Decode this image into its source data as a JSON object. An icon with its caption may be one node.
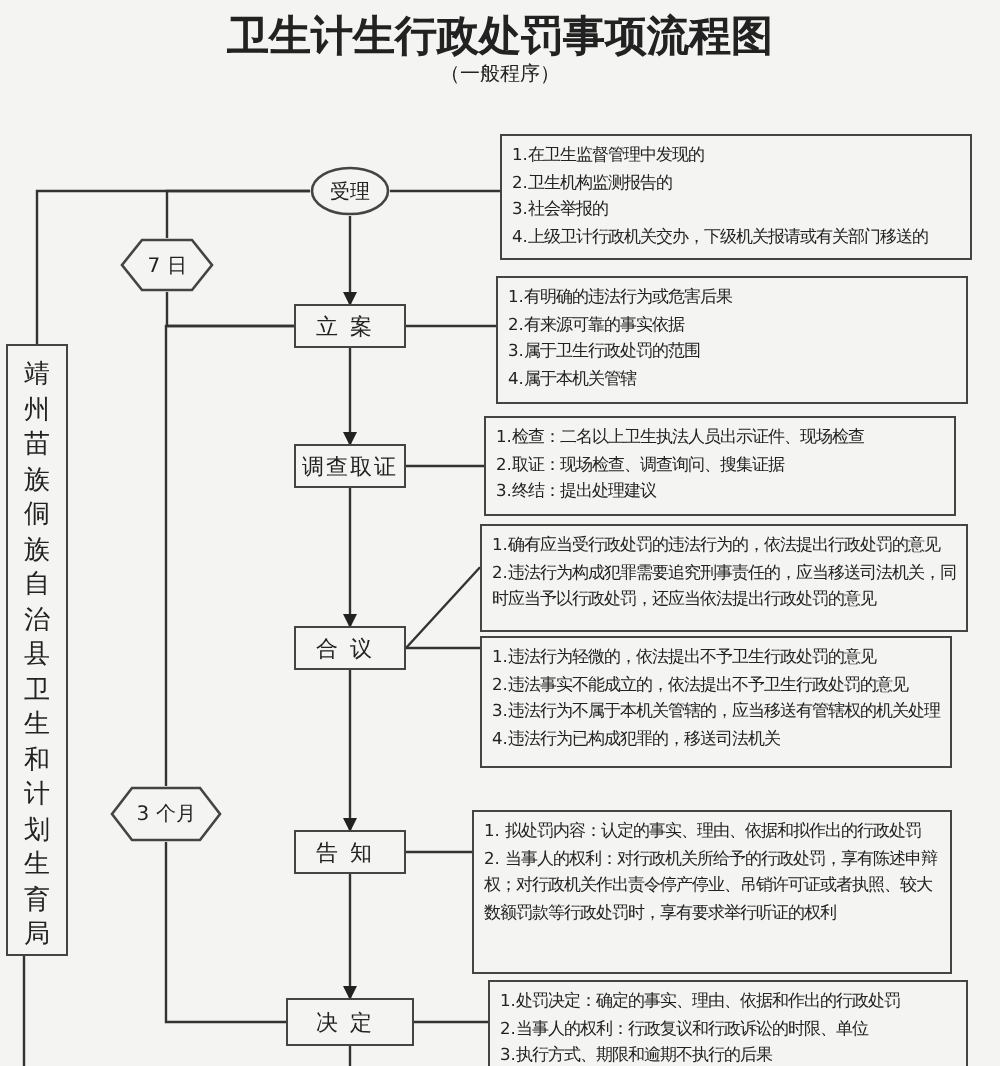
{
  "diagram": {
    "title": "卫生计生行政处罚事项流程图",
    "caption": "（一般程序）",
    "nodes": [
      {
        "text": [
          "受理"
        ]
      },
      {
        "text": [
          "1.在卫生监督管理中发现的",
          "2.卫生机构监测报告的",
          "3.社会举报的",
          "4.上级卫计行政机关交办，下级机关报请或有关部门移送的"
        ]
      },
      {
        "text": [
          "7 日"
        ]
      },
      {
        "text": [
          "立案"
        ]
      },
      {
        "text": [
          "1.有明确的违法行为或危害后果",
          "2.有来源可靠的事实依据",
          "3.属于卫生行政处罚的范围",
          "4.属于本机关管辖"
        ]
      },
      {
        "text": [
          "调查取证"
        ]
      },
      {
        "text": [
          "1.检查：二名以上卫生执法人员出示证件、现场检查",
          "2.取证：现场检查、调查询问、搜集证据",
          "3.终结：提出处理建议"
        ]
      },
      {
        "text": [
          "合议"
        ]
      },
      {
        "text": [
          "1.确有应当受行政处罚的违法行为的，依法提出行政处罚的意见",
          "2.违法行为构成犯罪需要追究刑事责任的，应当移送司法机关，同时应当予以行政处罚，还应当依法提出行政处罚的意见"
        ]
      },
      {
        "text": [
          "1.违法行为轻微的，依法提出不予卫生行政处罚的意见",
          "2.违法事实不能成立的，依法提出不予卫生行政处罚的意见",
          "3.违法行为不属于本机关管辖的，应当移送有管辖权的机关处理",
          "4.违法行为已构成犯罪的，移送司法机关"
        ]
      },
      {
        "text": [
          "3 个月"
        ]
      },
      {
        "text": [
          "告知"
        ]
      },
      {
        "text": [
          "1. 拟处罚内容：认定的事实、理由、依据和拟作出的行政处罚",
          "2. 当事人的权利：对行政机关所给予的行政处罚，享有陈述申辩权；对行政机关作出责令停产停业、吊销许可证或者执照、较大数额罚款等行政处罚时，享有要求举行听证的权利"
        ]
      },
      {
        "text": [
          "决定"
        ]
      },
      {
        "text": [
          "1.处罚决定：确定的事实、理由、依据和作出的行政处罚",
          "2.当事人的权利：行政复议和行政诉讼的时限、单位",
          "3.执行方式、期限和逾期不执行的后果"
        ]
      },
      {
        "text": [
          "靖州苗族侗族自治县卫生和计划生育局"
        ]
      }
    ],
    "edges": [
      {
        "from": 0,
        "to": 3,
        "arrow": "to"
      },
      {
        "from": 0,
        "to": 1,
        "arrow": "none"
      },
      {
        "from": 0,
        "to": 2,
        "arrow": "none"
      },
      {
        "from": 0,
        "to": 15,
        "arrow": "none"
      },
      {
        "from": 2,
        "to": 3,
        "arrow": "none"
      },
      {
        "from": 3,
        "to": 4,
        "arrow": "none"
      },
      {
        "from": 3,
        "to": 10,
        "arrow": "none"
      },
      {
        "from": 3,
        "to": 5,
        "arrow": "to"
      },
      {
        "from": 5,
        "to": 6,
        "arrow": "none"
      },
      {
        "from": 5,
        "to": 7,
        "arrow": "to"
      },
      {
        "from": 7,
        "to": 8,
        "arrow": "none"
      },
      {
        "from": 7,
        "to": 9,
        "arrow": "none"
      },
      {
        "from": 7,
        "to": 11,
        "arrow": "to"
      },
      {
        "from": 11,
        "to": 12,
        "arrow": "none"
      },
      {
        "from": 11,
        "to": 13,
        "arrow": "to"
      },
      {
        "from": 13,
        "to": 14,
        "arrow": "none"
      },
      {
        "from": 10,
        "to": 13,
        "arrow": "none"
      },
      {
        "from": 13,
        "to": null,
        "arrow": "none"
      },
      {
        "from": 15,
        "to": null,
        "arrow": "none"
      }
    ]
  }
}
